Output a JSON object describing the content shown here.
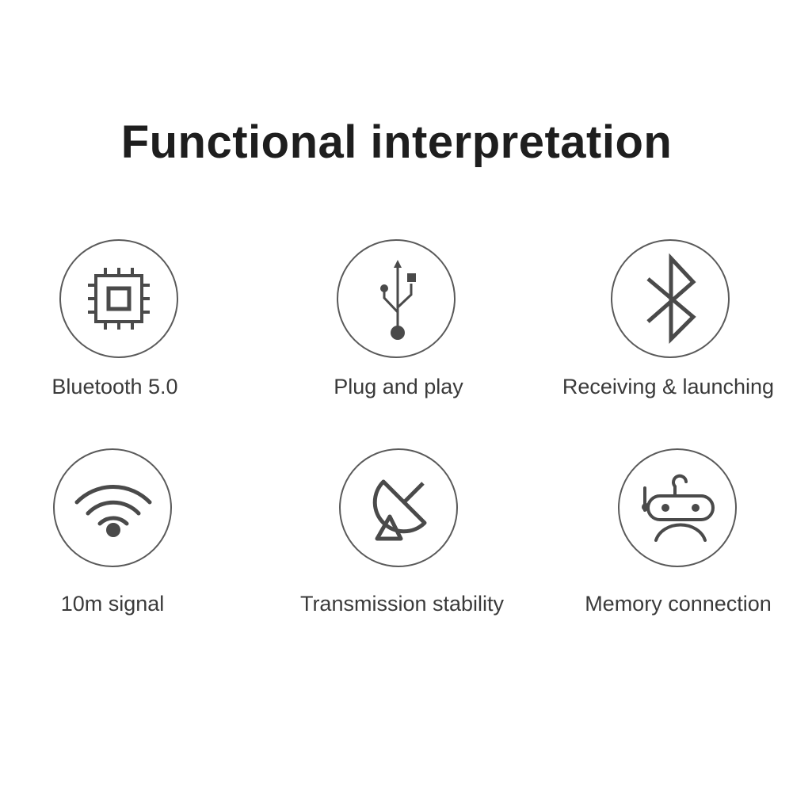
{
  "title": "Functional interpretation",
  "features": [
    {
      "label": "Bluetooth 5.0",
      "icon": "chip-icon"
    },
    {
      "label": "Plug and play",
      "icon": "usb-icon"
    },
    {
      "label": "Receiving & launching",
      "icon": "bluetooth-icon"
    },
    {
      "label": "10m signal",
      "icon": "wifi-signal-icon"
    },
    {
      "label": "Transmission stability",
      "icon": "satellite-dish-icon"
    },
    {
      "label": "Memory connection",
      "icon": "robot-icon"
    }
  ],
  "colors": {
    "title": "#1e1e1e",
    "text": "#3a3a3a",
    "icon": "#4a4a4a",
    "border": "#5a5a5a"
  }
}
